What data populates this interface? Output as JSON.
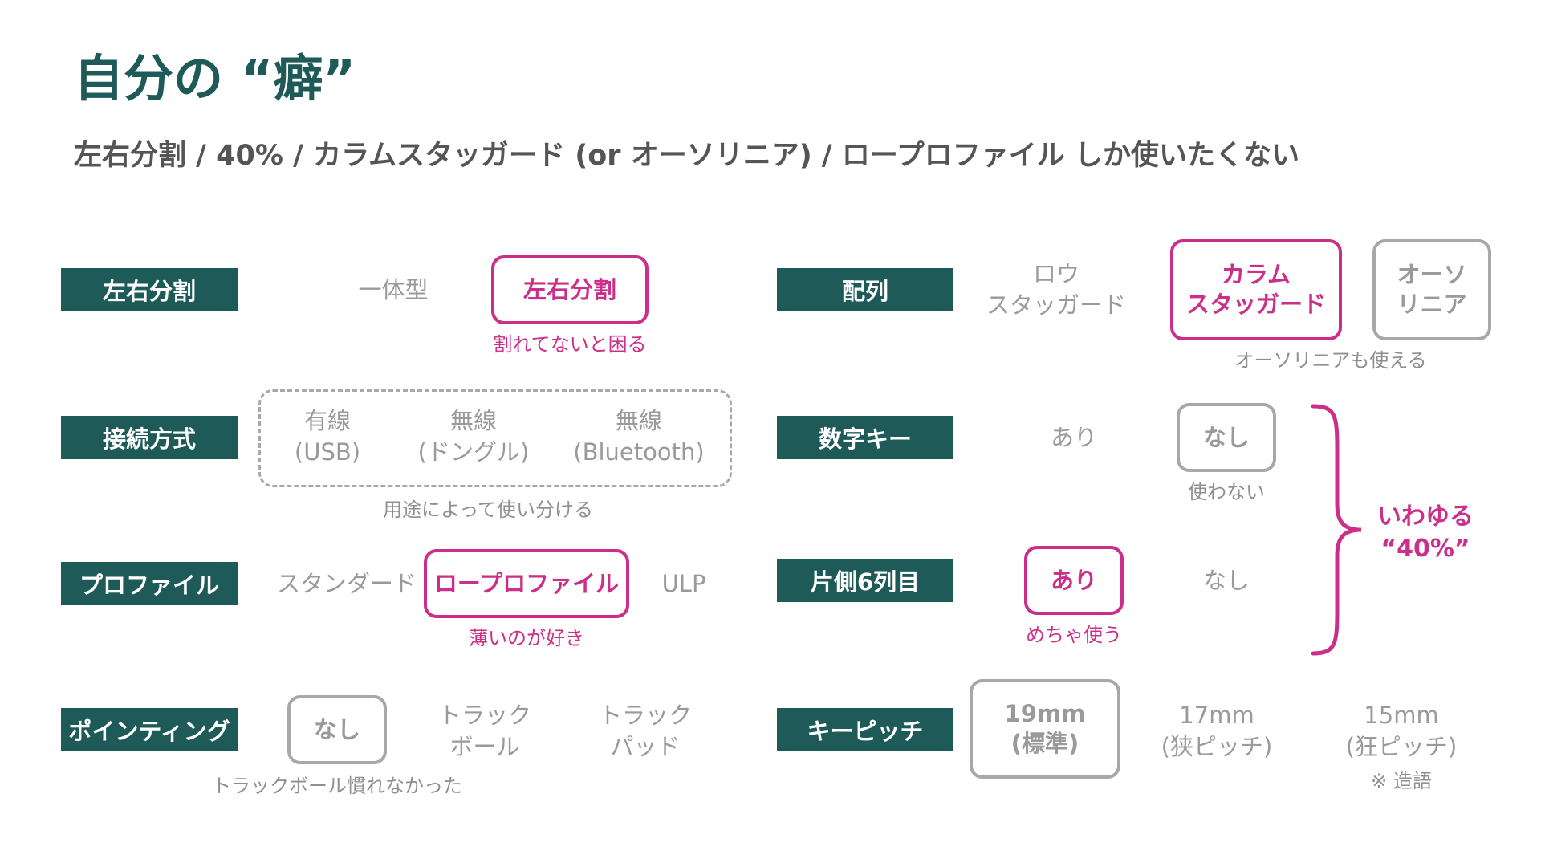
{
  "title": "自分の “癖”",
  "subtitle": "左右分割 / 40% / カラムスタッガード (or オーソリニア) / ロープロファイル しか使いたくない",
  "left": {
    "split": {
      "label": "左右分割",
      "opt_unibody": "一体型",
      "opt_split": "左右分割",
      "note": "割れてないと困る"
    },
    "connection": {
      "label": "接続方式",
      "wired": [
        "有線",
        "(USB)"
      ],
      "dongle": [
        "無線",
        "(ドングル)"
      ],
      "bluetooth": [
        "無線",
        "(Bluetooth)"
      ],
      "note": "用途によって使い分ける"
    },
    "profile": {
      "label": "プロファイル",
      "standard": "スタンダード",
      "low": "ロープロファイル",
      "ulp": "ULP",
      "note": "薄いのが好き"
    },
    "pointing": {
      "label": "ポインティング",
      "none": "なし",
      "trackball": [
        "トラック",
        "ボール"
      ],
      "trackpad": [
        "トラック",
        "パッド"
      ],
      "note": "トラックボール慣れなかった"
    }
  },
  "right": {
    "layout": {
      "label": "配列",
      "row": [
        "ロウ",
        "スタッガード"
      ],
      "column": [
        "カラム",
        "スタッガード"
      ],
      "ortho": [
        "オーソ",
        "リニア"
      ],
      "note": "オーソリニアも使える"
    },
    "numbers": {
      "label": "数字キー",
      "yes": "あり",
      "no": "なし",
      "note": "使わない"
    },
    "sixth": {
      "label": "片側6列目",
      "yes": "あり",
      "no": "なし",
      "note": "めちゃ使う"
    },
    "pitch": {
      "label": "キーピッチ",
      "p19": [
        "19mm",
        "(標準)"
      ],
      "p17": [
        "17mm",
        "(狭ピッチ)"
      ],
      "p15": [
        "15mm",
        "(狂ピッチ)"
      ],
      "note": "※ 造語"
    },
    "brace_text": [
      "いわゆる",
      "“40%”"
    ]
  },
  "colors": {
    "teal": "#1d5a58",
    "pink": "#cc2f89",
    "gray": "#9a9a9a"
  }
}
